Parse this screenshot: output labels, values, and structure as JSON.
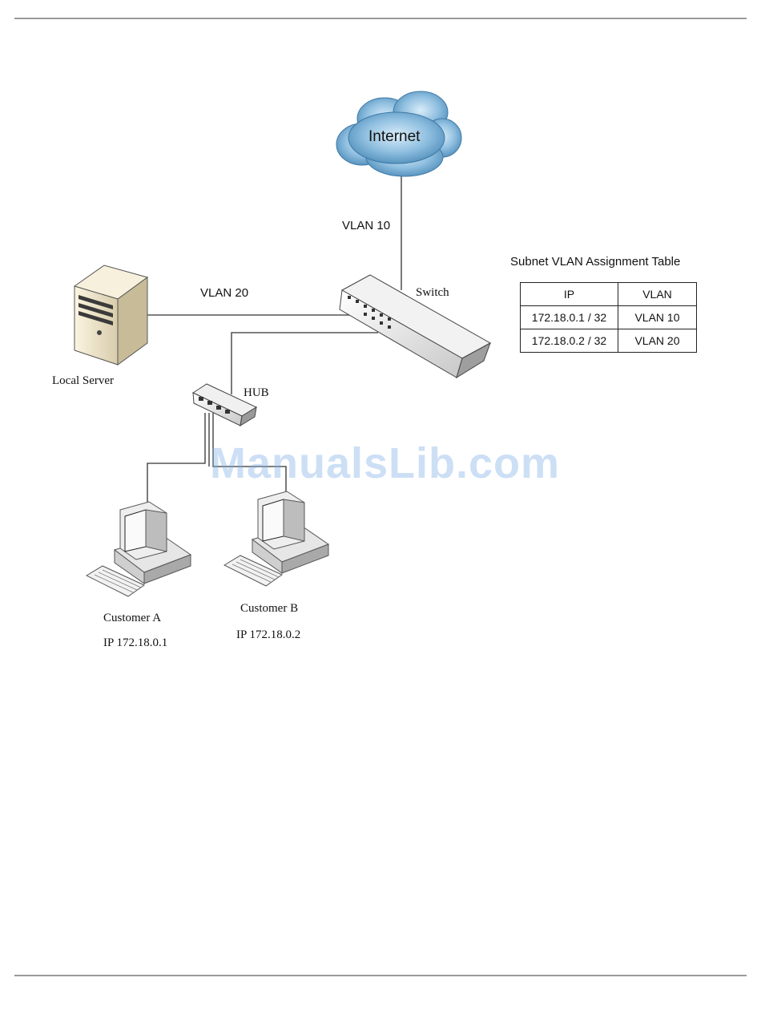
{
  "labels": {
    "internet": "Internet",
    "vlan10": "VLAN 10",
    "vlan20": "VLAN 20",
    "switch": "Switch",
    "local_server": "Local Server",
    "hub": "HUB",
    "customer_a": "Customer A",
    "customer_a_ip": "IP 172.18.0.1",
    "customer_b": "Customer B",
    "customer_b_ip": "IP 172.18.0.2"
  },
  "table": {
    "title": "Subnet VLAN Assignment Table",
    "headers": [
      "IP",
      "VLAN"
    ],
    "rows": [
      [
        "172.18.0.1 / 32",
        "VLAN 10"
      ],
      [
        "172.18.0.2 / 32",
        "VLAN 20"
      ]
    ]
  },
  "watermark": "ManualsLib.com",
  "icons": [
    "cloud-icon",
    "server-icon",
    "switch-icon",
    "hub-icon",
    "computer-icon"
  ],
  "colors": {
    "cloud": "#5f9cc6",
    "line": "#333333",
    "rule": "#9a9a9a",
    "watermark": "#78aae6"
  }
}
